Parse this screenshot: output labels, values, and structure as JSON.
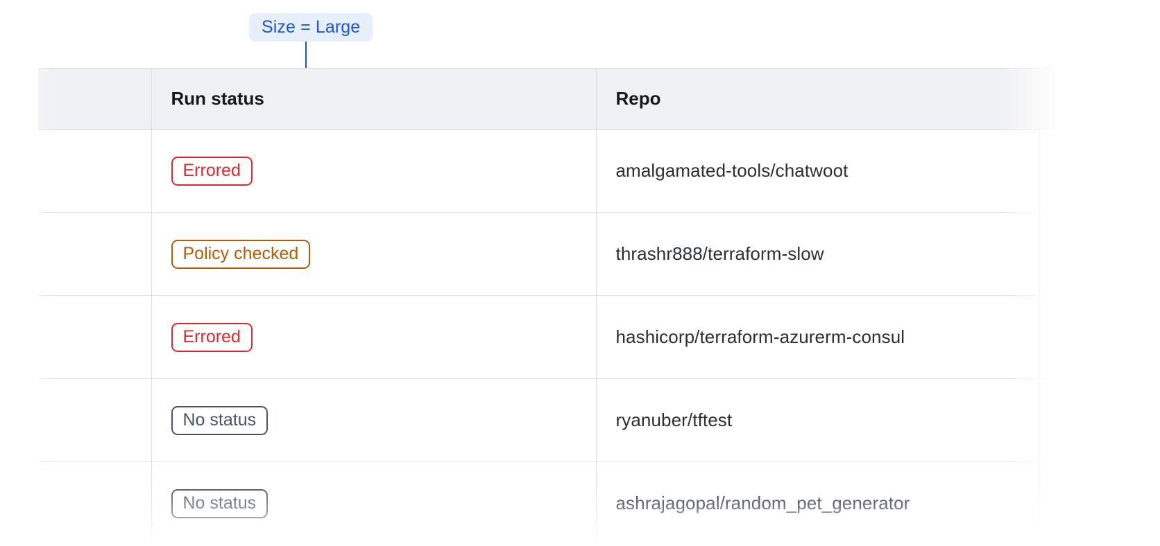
{
  "annotation": {
    "label": "Size = Large",
    "pill_bg": "#e7eefc",
    "text_color": "#1a56db",
    "line_color": "#1d4ed8"
  },
  "table": {
    "columns": [
      {
        "key": "spacer",
        "label": ""
      },
      {
        "key": "run_status",
        "label": "Run status"
      },
      {
        "key": "repo",
        "label": "Repo"
      },
      {
        "key": "tail",
        "label": ""
      }
    ],
    "rows": [
      {
        "status": "Errored",
        "status_kind": "errored",
        "repo": "amalgamated-tools/chatwoot"
      },
      {
        "status": "Policy checked",
        "status_kind": "policy-checked",
        "repo": "thrashr888/terraform-slow"
      },
      {
        "status": "Errored",
        "status_kind": "errored",
        "repo": "hashicorp/terraform-azurerm-consul"
      },
      {
        "status": "No status",
        "status_kind": "no-status",
        "repo": "ryanuber/tftest"
      },
      {
        "status": "No status",
        "status_kind": "no-status",
        "repo": "ashrajagopal/random_pet_generator"
      }
    ],
    "status_colors": {
      "errored": "#e0282e",
      "policy-checked": "#bb5a02",
      "no-status": "#4a5360"
    },
    "header_bg": "#f0f1f3",
    "border_color": "#dcdee2"
  }
}
